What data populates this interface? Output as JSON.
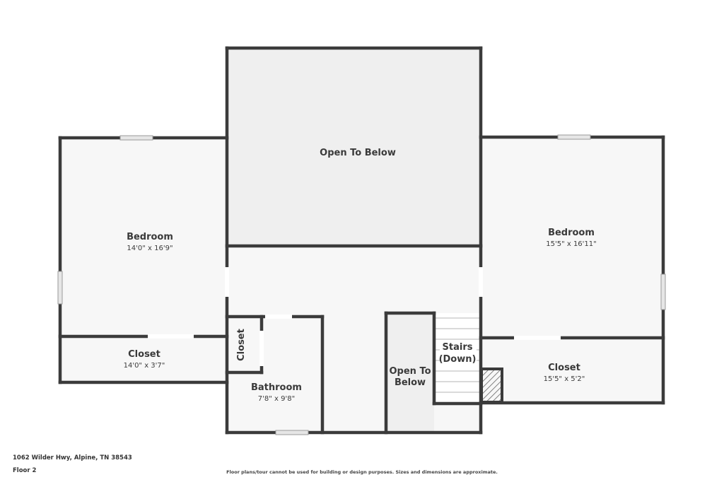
{
  "rooms": {
    "open_to_below_top": {
      "name": "Open To Below"
    },
    "bedroom_left": {
      "name": "Bedroom",
      "dims": "14'0\" x 16'9\""
    },
    "closet_left": {
      "name": "Closet",
      "dims": "14'0\" x 3'7\""
    },
    "bedroom_right": {
      "name": "Bedroom",
      "dims": "15'5\" x 16'11\""
    },
    "closet_right": {
      "name": "Closet",
      "dims": "15'5\" x 5'2\""
    },
    "closet_small": {
      "name": "Closet"
    },
    "bathroom": {
      "name": "Bathroom",
      "dims": "7'8\" x 9'8\""
    },
    "open_to_below_bottom": {
      "line1": "Open To",
      "line2": "Below"
    },
    "stairs": {
      "line1": "Stairs",
      "line2": "(Down)"
    }
  },
  "footer": {
    "address": "1062 Wilder Hwy, Alpine, TN 38543",
    "floor": "Floor 2",
    "disclaimer": "Floor plans/tour cannot be used for building or design purposes. Sizes and dimensions are approximate."
  },
  "colors": {
    "wall": "#3b3b3b",
    "room_fill": "#f7f7f7",
    "open_fill": "#efefef",
    "window": "#dcdcdc"
  }
}
